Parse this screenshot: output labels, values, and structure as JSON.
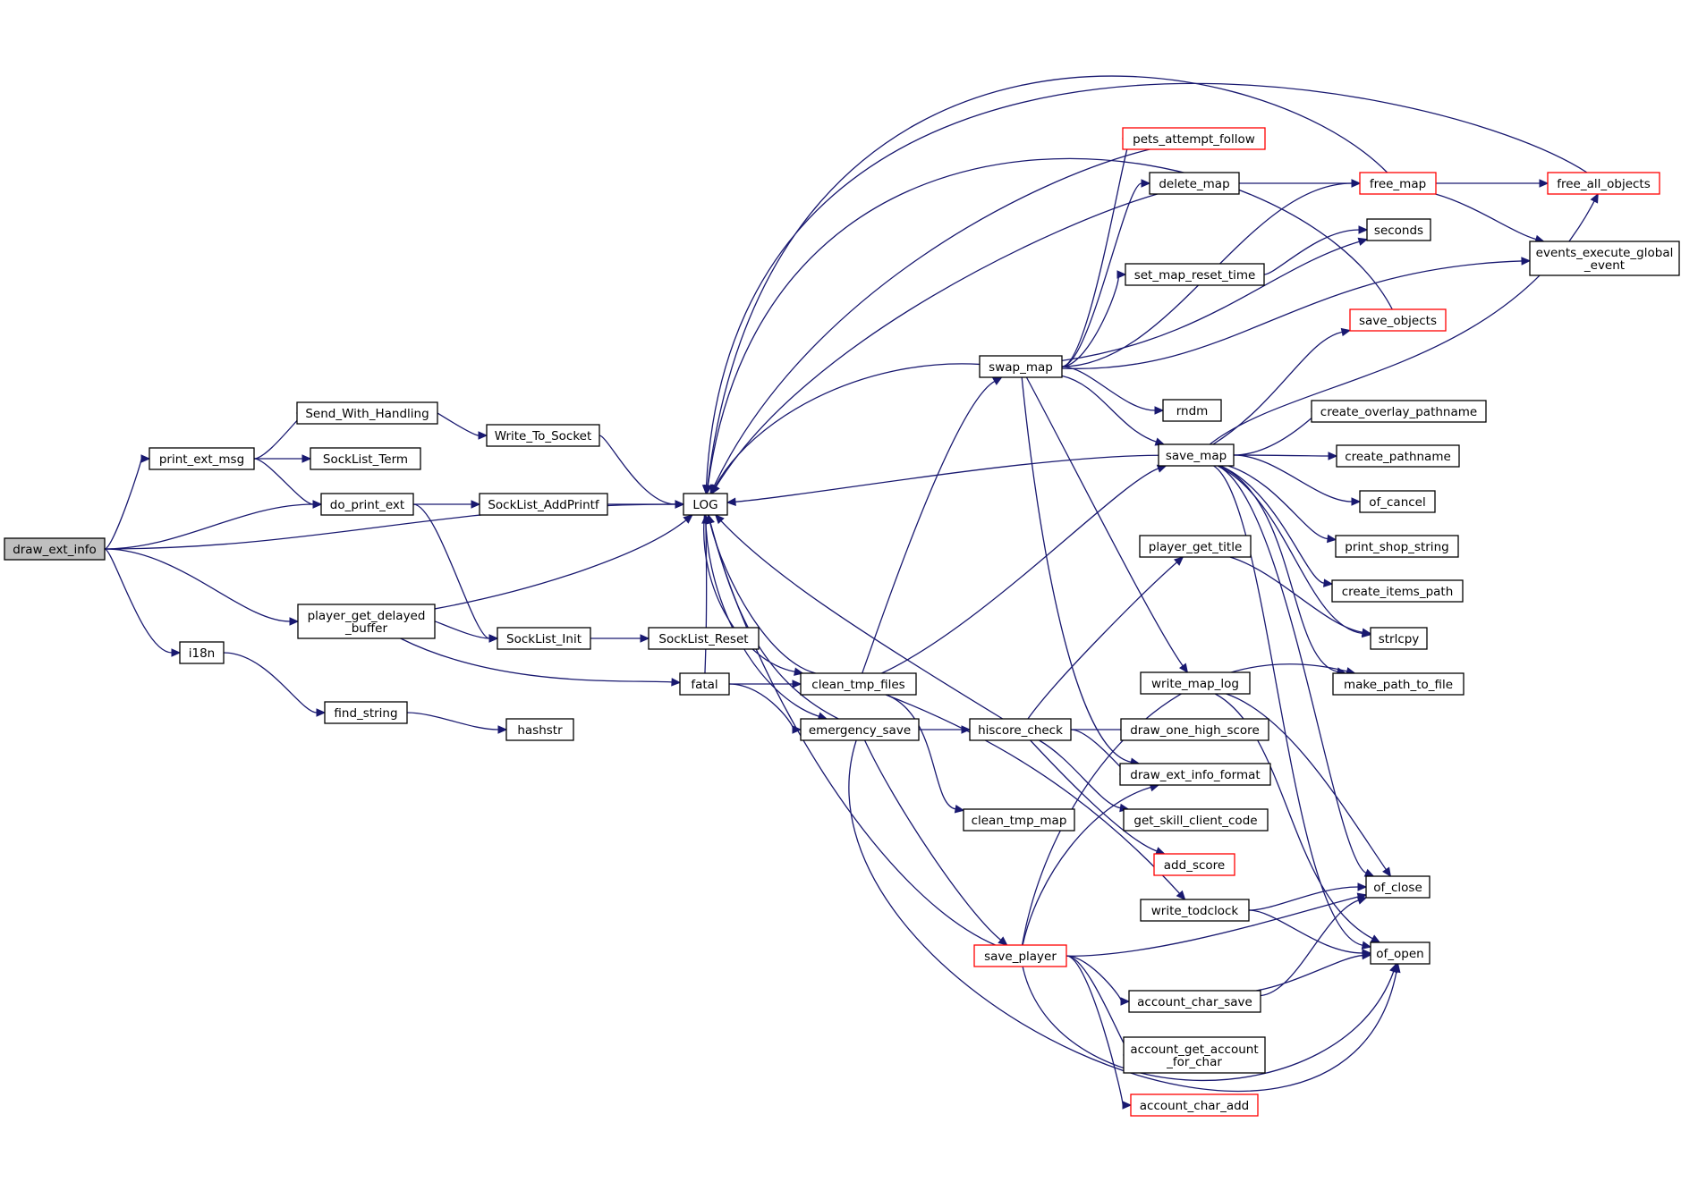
{
  "colors": {
    "edge": "#191970",
    "node_border": "#000000",
    "node_border_truncated": "#ff0000",
    "node_fill": "#ffffff",
    "root_fill": "#bfbfbf"
  },
  "nodes": [
    {
      "id": "draw_ext_info",
      "label": [
        "draw_ext_info"
      ],
      "style": "root"
    },
    {
      "id": "print_ext_msg",
      "label": [
        "print_ext_msg"
      ],
      "style": "normal"
    },
    {
      "id": "Send_With_Handling",
      "label": [
        "Send_With_Handling"
      ],
      "style": "normal"
    },
    {
      "id": "SockList_Term",
      "label": [
        "SockList_Term"
      ],
      "style": "normal"
    },
    {
      "id": "do_print_ext",
      "label": [
        "do_print_ext"
      ],
      "style": "normal"
    },
    {
      "id": "Write_To_Socket",
      "label": [
        "Write_To_Socket"
      ],
      "style": "normal"
    },
    {
      "id": "SockList_AddPrintf",
      "label": [
        "SockList_AddPrintf"
      ],
      "style": "normal"
    },
    {
      "id": "LOG",
      "label": [
        "LOG"
      ],
      "style": "normal"
    },
    {
      "id": "player_get_delayed_buffer",
      "label": [
        "player_get_delayed",
        "_buffer"
      ],
      "style": "normal"
    },
    {
      "id": "SockList_Init",
      "label": [
        "SockList_Init"
      ],
      "style": "normal"
    },
    {
      "id": "SockList_Reset",
      "label": [
        "SockList_Reset"
      ],
      "style": "normal"
    },
    {
      "id": "i18n",
      "label": [
        "i18n"
      ],
      "style": "normal"
    },
    {
      "id": "find_string",
      "label": [
        "find_string"
      ],
      "style": "normal"
    },
    {
      "id": "hashstr",
      "label": [
        "hashstr"
      ],
      "style": "normal"
    },
    {
      "id": "fatal",
      "label": [
        "fatal"
      ],
      "style": "normal"
    },
    {
      "id": "clean_tmp_files",
      "label": [
        "clean_tmp_files"
      ],
      "style": "normal"
    },
    {
      "id": "emergency_save",
      "label": [
        "emergency_save"
      ],
      "style": "normal"
    },
    {
      "id": "clean_tmp_map",
      "label": [
        "clean_tmp_map"
      ],
      "style": "normal"
    },
    {
      "id": "swap_map",
      "label": [
        "swap_map"
      ],
      "style": "normal"
    },
    {
      "id": "hiscore_check",
      "label": [
        "hiscore_check"
      ],
      "style": "normal"
    },
    {
      "id": "save_player",
      "label": [
        "save_player"
      ],
      "style": "truncated"
    },
    {
      "id": "pets_attempt_follow",
      "label": [
        "pets_attempt_follow"
      ],
      "style": "truncated"
    },
    {
      "id": "delete_map",
      "label": [
        "delete_map"
      ],
      "style": "normal"
    },
    {
      "id": "set_map_reset_time",
      "label": [
        "set_map_reset_time"
      ],
      "style": "normal"
    },
    {
      "id": "rndm",
      "label": [
        "rndm"
      ],
      "style": "normal"
    },
    {
      "id": "save_map",
      "label": [
        "save_map"
      ],
      "style": "normal"
    },
    {
      "id": "player_get_title",
      "label": [
        "player_get_title"
      ],
      "style": "normal"
    },
    {
      "id": "write_map_log",
      "label": [
        "write_map_log"
      ],
      "style": "normal"
    },
    {
      "id": "draw_one_high_score",
      "label": [
        "draw_one_high_score"
      ],
      "style": "normal"
    },
    {
      "id": "draw_ext_info_format",
      "label": [
        "draw_ext_info_format"
      ],
      "style": "normal"
    },
    {
      "id": "get_skill_client_code",
      "label": [
        "get_skill_client_code"
      ],
      "style": "normal"
    },
    {
      "id": "add_score",
      "label": [
        "add_score"
      ],
      "style": "truncated"
    },
    {
      "id": "write_todclock",
      "label": [
        "write_todclock"
      ],
      "style": "normal"
    },
    {
      "id": "account_char_save",
      "label": [
        "account_char_save"
      ],
      "style": "normal"
    },
    {
      "id": "account_get_account_for_char",
      "label": [
        "account_get_account",
        "_for_char"
      ],
      "style": "normal"
    },
    {
      "id": "account_char_add",
      "label": [
        "account_char_add"
      ],
      "style": "truncated"
    },
    {
      "id": "free_map",
      "label": [
        "free_map"
      ],
      "style": "truncated"
    },
    {
      "id": "seconds",
      "label": [
        "seconds"
      ],
      "style": "normal"
    },
    {
      "id": "save_objects",
      "label": [
        "save_objects"
      ],
      "style": "truncated"
    },
    {
      "id": "create_overlay_pathname",
      "label": [
        "create_overlay_pathname"
      ],
      "style": "normal"
    },
    {
      "id": "create_pathname",
      "label": [
        "create_pathname"
      ],
      "style": "normal"
    },
    {
      "id": "of_cancel",
      "label": [
        "of_cancel"
      ],
      "style": "normal"
    },
    {
      "id": "print_shop_string",
      "label": [
        "print_shop_string"
      ],
      "style": "normal"
    },
    {
      "id": "create_items_path",
      "label": [
        "create_items_path"
      ],
      "style": "normal"
    },
    {
      "id": "strlcpy",
      "label": [
        "strlcpy"
      ],
      "style": "normal"
    },
    {
      "id": "make_path_to_file",
      "label": [
        "make_path_to_file"
      ],
      "style": "normal"
    },
    {
      "id": "of_close",
      "label": [
        "of_close"
      ],
      "style": "normal"
    },
    {
      "id": "of_open",
      "label": [
        "of_open"
      ],
      "style": "normal"
    },
    {
      "id": "free_all_objects",
      "label": [
        "free_all_objects"
      ],
      "style": "truncated"
    },
    {
      "id": "events_execute_global_event",
      "label": [
        "events_execute_global",
        "_event"
      ],
      "style": "normal"
    }
  ],
  "edges": [
    [
      "draw_ext_info",
      "print_ext_msg"
    ],
    [
      "draw_ext_info",
      "do_print_ext"
    ],
    [
      "draw_ext_info",
      "LOG"
    ],
    [
      "draw_ext_info",
      "player_get_delayed_buffer"
    ],
    [
      "draw_ext_info",
      "i18n"
    ],
    [
      "print_ext_msg",
      "Send_With_Handling"
    ],
    [
      "print_ext_msg",
      "SockList_Term"
    ],
    [
      "print_ext_msg",
      "do_print_ext"
    ],
    [
      "Send_With_Handling",
      "Write_To_Socket"
    ],
    [
      "Write_To_Socket",
      "LOG"
    ],
    [
      "do_print_ext",
      "SockList_AddPrintf"
    ],
    [
      "do_print_ext",
      "SockList_Init"
    ],
    [
      "SockList_AddPrintf",
      "LOG"
    ],
    [
      "player_get_delayed_buffer",
      "LOG"
    ],
    [
      "player_get_delayed_buffer",
      "SockList_Init"
    ],
    [
      "player_get_delayed_buffer",
      "fatal"
    ],
    [
      "SockList_Init",
      "SockList_Reset"
    ],
    [
      "i18n",
      "find_string"
    ],
    [
      "find_string",
      "hashstr"
    ],
    [
      "fatal",
      "clean_tmp_files"
    ],
    [
      "fatal",
      "emergency_save"
    ],
    [
      "fatal",
      "LOG"
    ],
    [
      "LOG",
      "clean_tmp_files"
    ],
    [
      "LOG",
      "emergency_save"
    ],
    [
      "clean_tmp_files",
      "LOG"
    ],
    [
      "clean_tmp_files",
      "swap_map"
    ],
    [
      "clean_tmp_files",
      "save_map"
    ],
    [
      "clean_tmp_files",
      "clean_tmp_map"
    ],
    [
      "clean_tmp_files",
      "write_todclock"
    ],
    [
      "emergency_save",
      "hiscore_check"
    ],
    [
      "emergency_save",
      "save_player"
    ],
    [
      "emergency_save",
      "LOG"
    ],
    [
      "swap_map",
      "LOG"
    ],
    [
      "swap_map",
      "pets_attempt_follow"
    ],
    [
      "swap_map",
      "delete_map"
    ],
    [
      "swap_map",
      "free_map"
    ],
    [
      "swap_map",
      "set_map_reset_time"
    ],
    [
      "swap_map",
      "seconds"
    ],
    [
      "swap_map",
      "events_execute_global_event"
    ],
    [
      "swap_map",
      "rndm"
    ],
    [
      "swap_map",
      "save_map"
    ],
    [
      "swap_map",
      "write_map_log"
    ],
    [
      "swap_map",
      "draw_ext_info_format"
    ],
    [
      "delete_map",
      "free_map"
    ],
    [
      "delete_map",
      "LOG"
    ],
    [
      "set_map_reset_time",
      "seconds"
    ],
    [
      "free_map",
      "free_all_objects"
    ],
    [
      "free_map",
      "events_execute_global_event"
    ],
    [
      "free_map",
      "LOG"
    ],
    [
      "free_all_objects",
      "LOG"
    ],
    [
      "pets_attempt_follow",
      "LOG"
    ],
    [
      "save_objects",
      "LOG"
    ],
    [
      "save_map",
      "LOG"
    ],
    [
      "save_map",
      "save_objects"
    ],
    [
      "save_map",
      "create_overlay_pathname"
    ],
    [
      "save_map",
      "create_pathname"
    ],
    [
      "save_map",
      "of_cancel"
    ],
    [
      "save_map",
      "print_shop_string"
    ],
    [
      "save_map",
      "create_items_path"
    ],
    [
      "save_map",
      "strlcpy"
    ],
    [
      "save_map",
      "make_path_to_file"
    ],
    [
      "save_map",
      "of_close"
    ],
    [
      "save_map",
      "of_open"
    ],
    [
      "save_map",
      "free_all_objects"
    ],
    [
      "player_get_title",
      "strlcpy"
    ],
    [
      "hiscore_check",
      "LOG"
    ],
    [
      "hiscore_check",
      "player_get_title"
    ],
    [
      "hiscore_check",
      "draw_one_high_score"
    ],
    [
      "hiscore_check",
      "draw_ext_info_format"
    ],
    [
      "hiscore_check",
      "get_skill_client_code"
    ],
    [
      "hiscore_check",
      "add_score"
    ],
    [
      "write_map_log",
      "of_close"
    ],
    [
      "write_map_log",
      "of_open"
    ],
    [
      "write_todclock",
      "of_close"
    ],
    [
      "write_todclock",
      "of_open"
    ],
    [
      "save_player",
      "LOG"
    ],
    [
      "save_player",
      "draw_ext_info_format"
    ],
    [
      "save_player",
      "make_path_to_file"
    ],
    [
      "save_player",
      "of_close"
    ],
    [
      "save_player",
      "account_char_save"
    ],
    [
      "save_player",
      "account_get_account_for_char"
    ],
    [
      "save_player",
      "account_char_add"
    ],
    [
      "save_player",
      "of_open"
    ],
    [
      "account_char_save",
      "of_close"
    ],
    [
      "account_char_save",
      "of_open"
    ],
    [
      "emergency_save",
      "of_open"
    ]
  ]
}
